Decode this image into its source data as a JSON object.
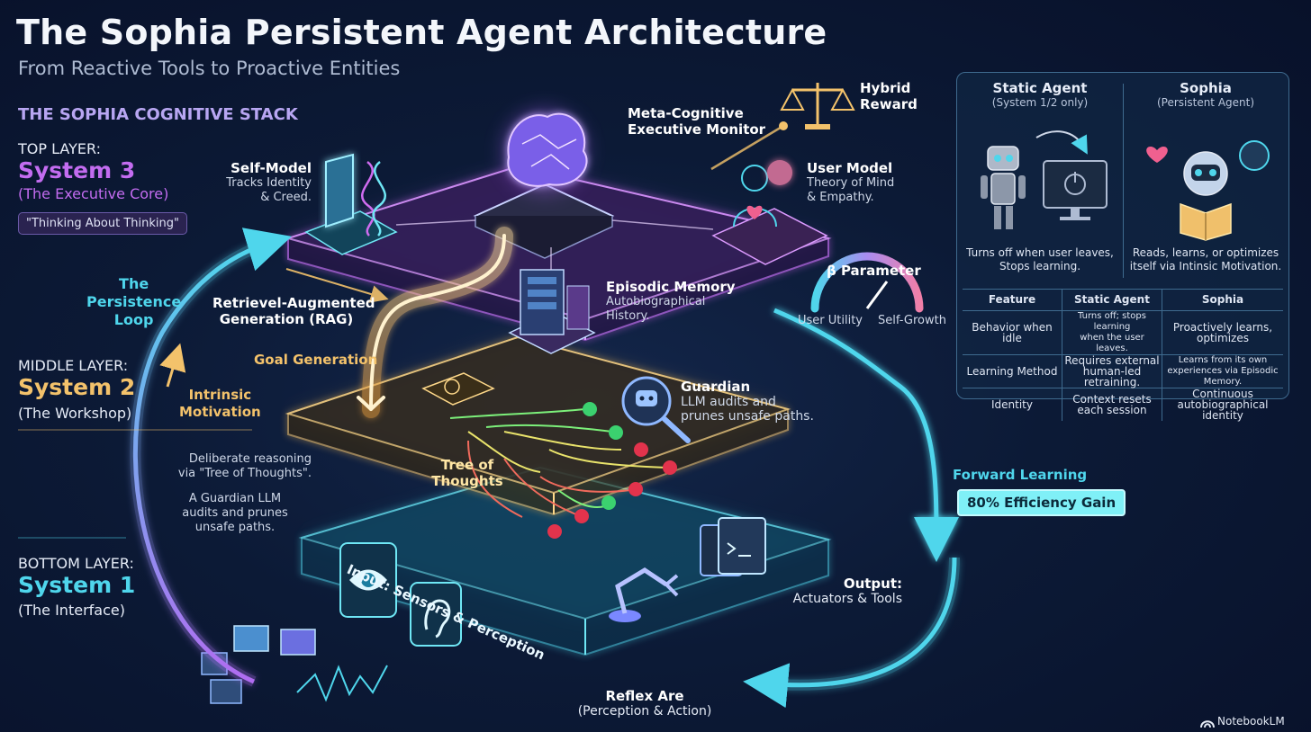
{
  "header": {
    "title": "The Sophia Persistent Agent Architecture",
    "subtitle": "From Reactive Tools to Proactive Entities"
  },
  "stack": {
    "heading": "THE SOPHIA COGNITIVE STACK",
    "top": {
      "label": "TOP LAYER:",
      "name": "System 3",
      "desc": "(The Executive Core)",
      "quote": "\"Thinking About Thinking\""
    },
    "middle": {
      "label": "MIDDLE LAYER:",
      "name": "System 2",
      "desc": "(The Workshop)"
    },
    "bottom": {
      "label": "BOTTOM LAYER:",
      "name": "System 1",
      "desc": "(The Interface)"
    }
  },
  "colors": {
    "system3": "#c36cf0",
    "system2": "#f3c26b",
    "system1": "#4fd6ec",
    "accent_cyan": "#4fd6ec",
    "check_green": "#3bd16f",
    "reject_red": "#e2334c"
  },
  "top_layer": {
    "meta_cognitive": {
      "line1": "Meta-Cognitive",
      "line2": "Executive Monitor"
    },
    "hybrid_reward": {
      "line1": "Hybrid",
      "line2": "Reward",
      "icon": "balance-scale-icon"
    },
    "self_model": {
      "title": "Self-Model",
      "line1": "Tracks Identity",
      "line2": "& Creed.",
      "icon": "dna-icon"
    },
    "user_model": {
      "title": "User Model",
      "line1": "Theory of Mind",
      "line2": "& Empathy.",
      "icon": "person-heart-icon"
    },
    "episodic_memory": {
      "title": "Episodic Memory",
      "line1": "Autobiographical",
      "line2": "History.",
      "icon": "server-icon"
    },
    "beta_parameter": {
      "title": "β Parameter",
      "left": "User Utility",
      "right": "Self-Growth"
    },
    "rag": {
      "line1": "Retrievel-Augmented",
      "line2": "Generation (RAG)"
    }
  },
  "middle_layer": {
    "goal_generation": "Goal Generation",
    "guardian": {
      "line1": "Guardian",
      "line2": "LLM audits and",
      "line3": "prunes unsafe paths.",
      "icon": "magnifier-robot-icon"
    },
    "tree": {
      "line1": "Tree of",
      "line2": "Thoughts"
    },
    "deliberate": {
      "line1": "Deliberate reasoning",
      "line2": "via \"Tree of Thoughts\"."
    },
    "guardian_note": {
      "line1": "A Guardian LLM",
      "line2": "audits and prunes",
      "line3": "unsafe paths."
    }
  },
  "bottom_layer": {
    "input": "Input: Sensors & Perception",
    "output": {
      "line1": "Output:",
      "line2": "Actuators & Tools"
    },
    "reflex": {
      "line1": "Reflex Are",
      "line2": "(Perception & Action)"
    }
  },
  "loop": {
    "persistence": {
      "line1": "The",
      "line2": "Persistence",
      "line3": "Loop"
    },
    "motivation": {
      "line1": "Intrinsic",
      "line2": "Motivation"
    },
    "forward_learning": "Forward Learning",
    "efficiency": "80% Efficiency Gain"
  },
  "comparison": {
    "static": {
      "title": "Static Agent",
      "sub": "(System 1/2 only)",
      "caption1": "Turns off when user leaves,",
      "caption2": "Stops learning."
    },
    "sophia": {
      "title": "Sophia",
      "sub": "(Persistent Agent)",
      "caption1": "Reads, learns, or optimizes",
      "caption2": "itself via Intinsic Motivation."
    },
    "table": {
      "headers": [
        "Feature",
        "Static Agent",
        "Sophia"
      ],
      "rows": [
        {
          "feature": "Behavior when idle",
          "static": [
            "Turns off; stops learning",
            "when the user leaves."
          ],
          "sophia": [
            "Proactively learns,",
            "optimizes"
          ]
        },
        {
          "feature": "Learning Method",
          "static": [
            "Requires external",
            "human-led retraining."
          ],
          "sophia": [
            "Learns from its own",
            "experiences via Episodic Memory."
          ]
        },
        {
          "feature": "Identity",
          "static": [
            "Context resets",
            "each session"
          ],
          "sophia": [
            "Continuous",
            "autobiographical identity"
          ]
        }
      ]
    }
  },
  "watermark": "NotebookLM"
}
